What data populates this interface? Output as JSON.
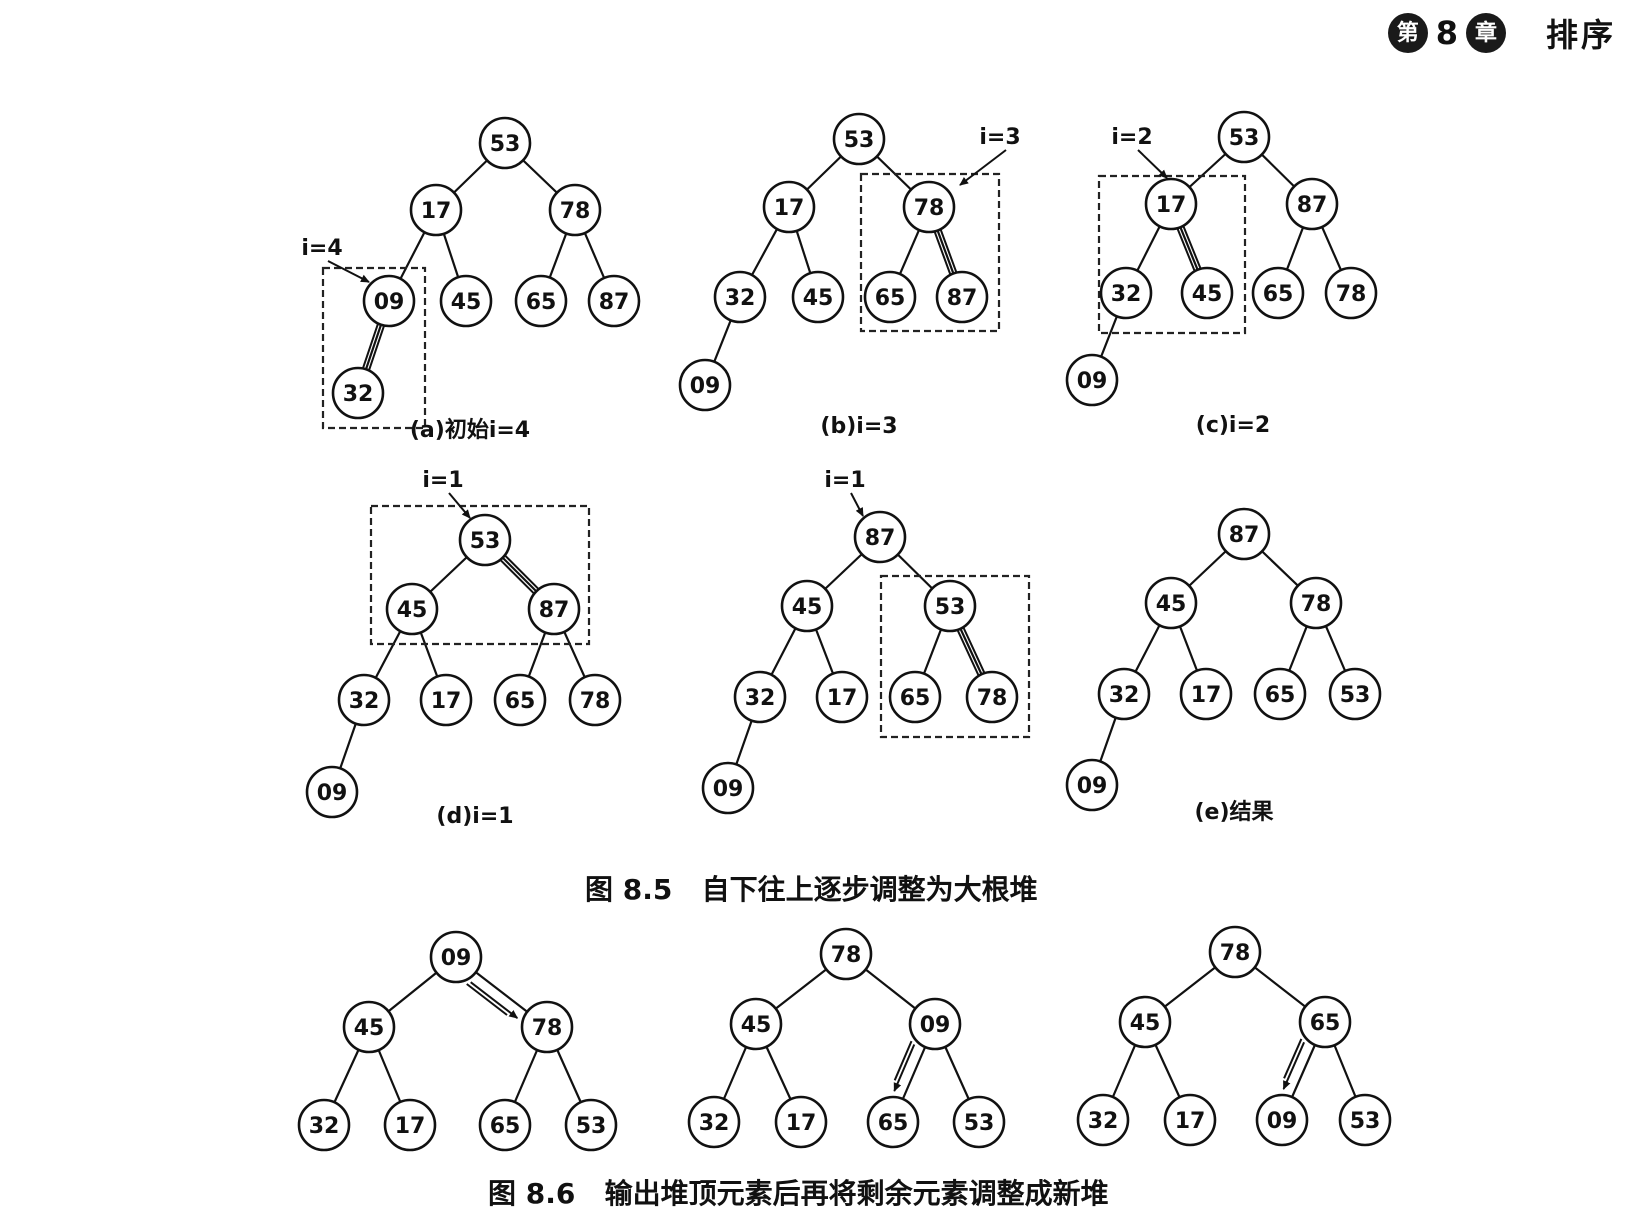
{
  "header": {
    "chapter_prefix": "第",
    "chapter_number": "8",
    "chapter_suffix": "章",
    "chapter_title": "排序"
  },
  "figure_8_5": {
    "caption": "图 8.5   自下往上逐步调整为大根堆",
    "panels": [
      {
        "id": "a",
        "label": "(a)初始i=4",
        "pointer": "i=4",
        "tree": [
          53,
          17,
          78,
          "09",
          45,
          65,
          87,
          32
        ],
        "boxed": [
          "09",
          32
        ],
        "swap": [
          "09",
          32
        ]
      },
      {
        "id": "b",
        "label": "(b)i=3",
        "pointer": "i=3",
        "tree": [
          53,
          17,
          78,
          32,
          45,
          65,
          87,
          "09"
        ],
        "boxed": [
          78,
          65,
          87
        ],
        "swap": [
          78,
          87
        ]
      },
      {
        "id": "c",
        "label": "(c)i=2",
        "pointer": "i=2",
        "tree": [
          53,
          17,
          87,
          32,
          45,
          65,
          78,
          "09"
        ],
        "boxed": [
          17,
          32,
          45
        ],
        "swap": [
          17,
          45
        ]
      },
      {
        "id": "d",
        "label": "(d)i=1",
        "pointer": "i=1",
        "tree": [
          53,
          45,
          87,
          32,
          17,
          65,
          78,
          "09"
        ],
        "boxed": [
          53,
          45,
          87
        ],
        "swap": [
          53,
          87
        ]
      },
      {
        "id": "d2",
        "label": "",
        "pointer": "i=1",
        "tree": [
          87,
          45,
          53,
          32,
          17,
          65,
          78,
          "09"
        ],
        "boxed": [
          53,
          65,
          78
        ],
        "swap": [
          53,
          78
        ]
      },
      {
        "id": "e",
        "label": "(e)结果",
        "pointer": "",
        "tree": [
          87,
          45,
          78,
          32,
          17,
          65,
          53,
          "09"
        ],
        "boxed": [],
        "swap": []
      }
    ]
  },
  "figure_8_6": {
    "caption": "图 8.6   输出堆顶元素后再将剩余元素调整成新堆",
    "panels": [
      {
        "tree": [
          "09",
          45,
          78,
          32,
          17,
          65,
          53
        ],
        "arrow": [
          "09",
          78
        ]
      },
      {
        "tree": [
          78,
          45,
          "09",
          32,
          17,
          65,
          53
        ],
        "arrow": [
          "09",
          65
        ]
      },
      {
        "tree": [
          78,
          45,
          65,
          32,
          17,
          "09",
          53
        ],
        "arrow": [
          65,
          "09"
        ]
      }
    ]
  },
  "ui": {
    "ink": "#111111",
    "background": "#ffffff"
  }
}
